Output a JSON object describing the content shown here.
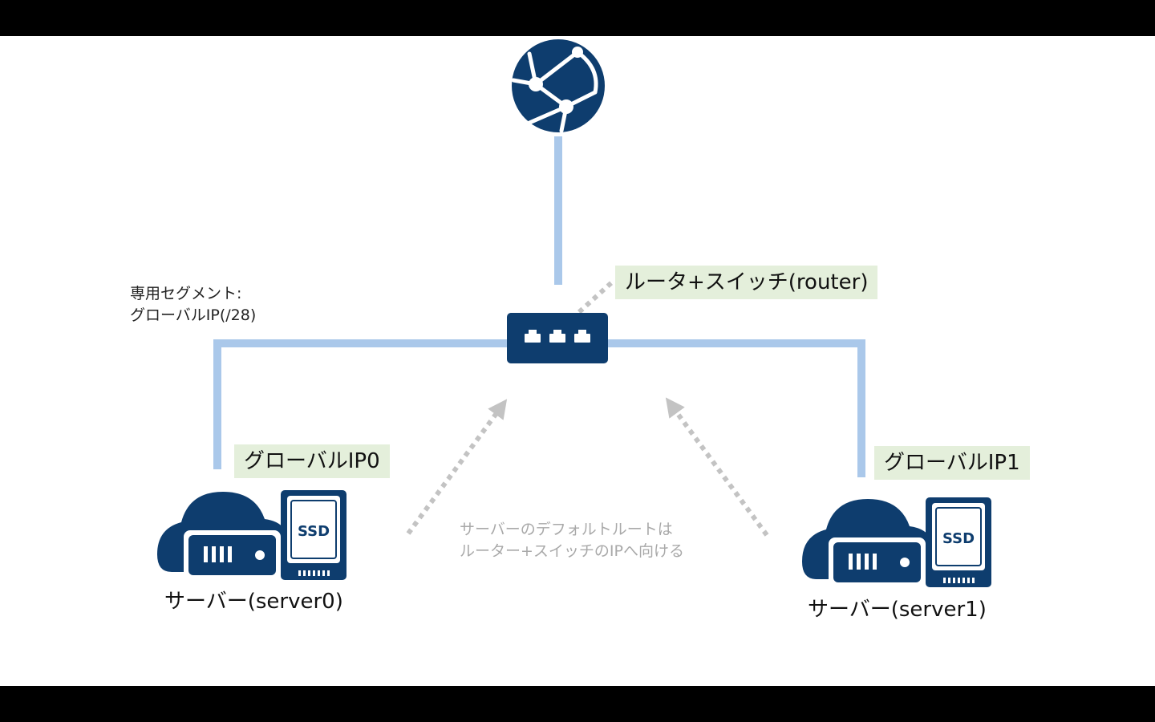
{
  "segment_label": {
    "line1": "専用セグメント:",
    "line2": "グローバルIP(/28)"
  },
  "router_label": "ルータ+スイッチ(router)",
  "ip_tags": {
    "server0": "グローバルIP0",
    "server1": "グローバルIP1"
  },
  "ssd_label": "SSD",
  "servers": {
    "server0": "サーバー(server0)",
    "server1": "サーバー(server1)"
  },
  "note": {
    "line1": "サーバーのデフォルトルートは",
    "line2": "ルーター+スイッチのIPへ向ける"
  },
  "colors": {
    "icon": "#0e3d6e",
    "link": "#aac8ea",
    "arrow": "#c3c3c3",
    "tag_bg": "#e4efdb",
    "background": "#ffffff",
    "letterbox": "#000000"
  },
  "icons": [
    "globe-network-icon",
    "router-switch-icon",
    "cloud-server-icon",
    "ssd-icon"
  ]
}
